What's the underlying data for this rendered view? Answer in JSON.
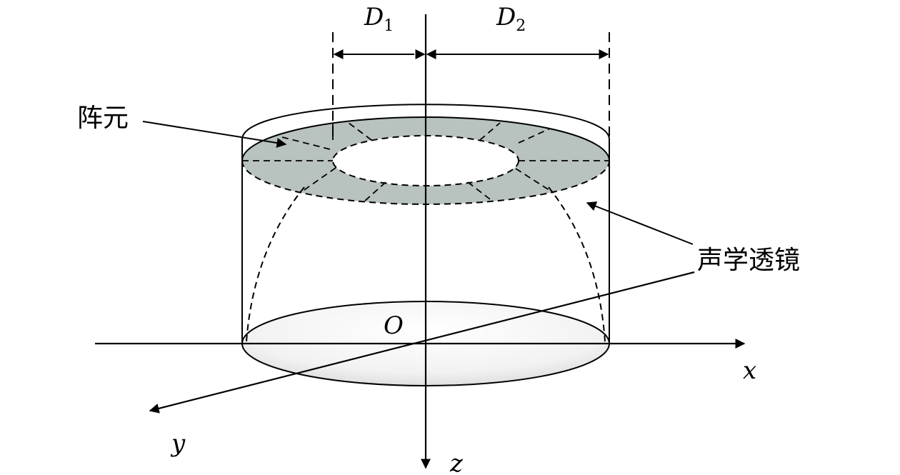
{
  "labels": {
    "d1_main": "D",
    "d1_sub": "1",
    "d2_main": "D",
    "d2_sub": "2",
    "array_element": "阵元",
    "acoustic_lens": "声学透镜",
    "origin": "O",
    "x_axis": "x",
    "y_axis": "y",
    "z_axis": "z"
  },
  "colors": {
    "ink": "#000000",
    "array_fill": "#b8c2bf",
    "base_fill": "#e6e6e6",
    "background": "#ffffff"
  }
}
